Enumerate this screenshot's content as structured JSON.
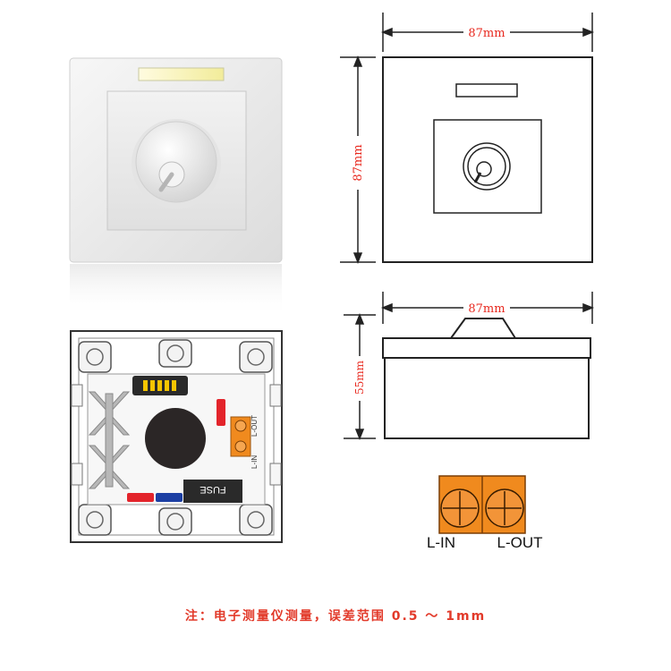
{
  "dimensions": {
    "top_width": "87mm",
    "top_height": "87mm",
    "side_width": "87mm",
    "side_height": "55mm"
  },
  "pcb": {
    "fuse_label": "FUSE",
    "l_in_small": "L-IN",
    "l_out_small": "L-OUT"
  },
  "terminal": {
    "l_in": "L-IN",
    "l_out": "L-OUT"
  },
  "note": "注：电子测量仪测量，误差范围 0.5 ～ 1mm",
  "colors": {
    "dim_text": "#e8281e",
    "terminal_orange": "#f08a1e",
    "led_yellow": "#f5c400",
    "red_part": "#e3242b",
    "blue_part": "#1c3fa3"
  }
}
